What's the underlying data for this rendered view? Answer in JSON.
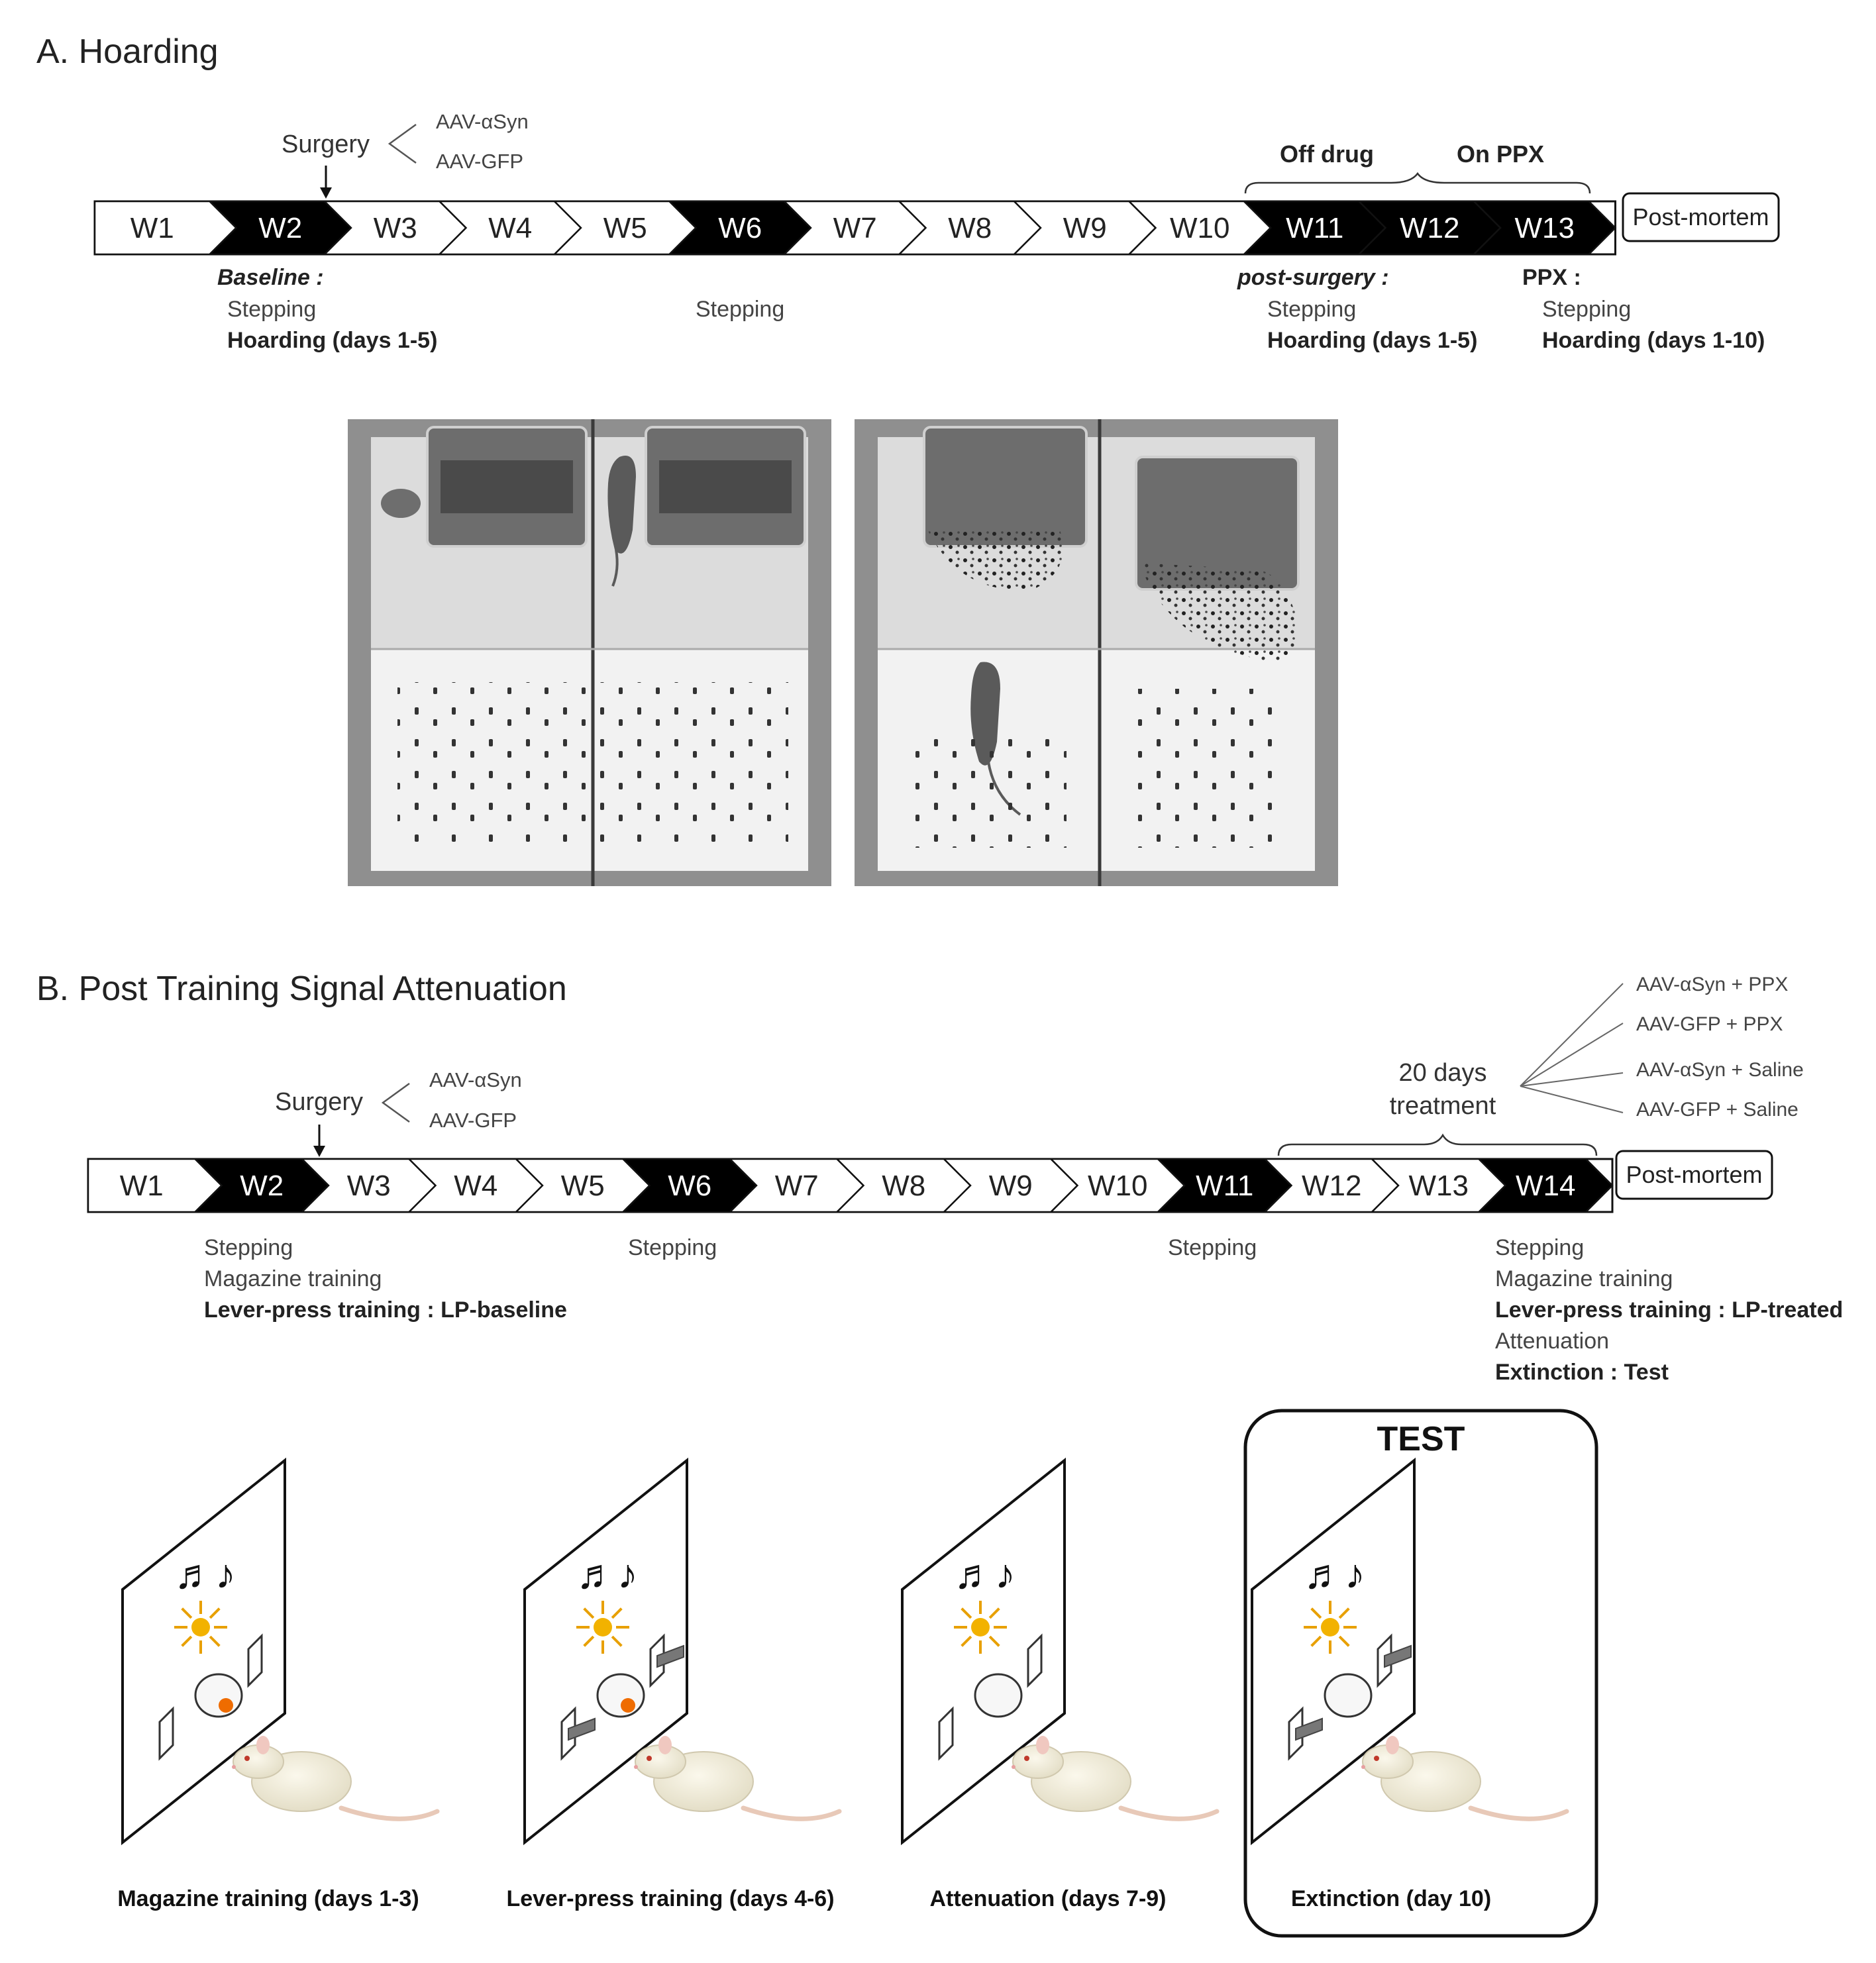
{
  "panelA": {
    "title": "A. Hoarding",
    "surgery": {
      "label": "Surgery",
      "options": [
        "AAV-αSyn",
        "AAV-GFP"
      ]
    },
    "weeks": [
      {
        "label": "W1",
        "dark": false
      },
      {
        "label": "W2",
        "dark": true
      },
      {
        "label": "W3",
        "dark": false
      },
      {
        "label": "W4",
        "dark": false
      },
      {
        "label": "W5",
        "dark": false
      },
      {
        "label": "W6",
        "dark": true
      },
      {
        "label": "W7",
        "dark": false
      },
      {
        "label": "W8",
        "dark": false
      },
      {
        "label": "W9",
        "dark": false
      },
      {
        "label": "W10",
        "dark": false
      },
      {
        "label": "W11",
        "dark": true
      },
      {
        "label": "W12",
        "dark": true
      },
      {
        "label": "W13",
        "dark": true
      }
    ],
    "post_mortem": "Post-mortem",
    "brace_labels": [
      "Off drug",
      "On PPX"
    ],
    "baseline": {
      "heading": "Baseline :",
      "line1": "Stepping",
      "line2": "Hoarding (days 1-5)"
    },
    "w6_note": "Stepping",
    "post_surgery": {
      "heading": "post-surgery :",
      "line1": "Stepping",
      "line2": "Hoarding (days 1-5)"
    },
    "ppx": {
      "heading": "PPX :",
      "line1": "Stepping",
      "line2": "Hoarding (days 1-10)"
    }
  },
  "panelB": {
    "title": "B. Post Training Signal Attenuation",
    "surgery": {
      "label": "Surgery",
      "options": [
        "AAV-αSyn",
        "AAV-GFP"
      ]
    },
    "treatment": {
      "line1": "20 days",
      "line2": "treatment"
    },
    "groups": [
      "AAV-αSyn + PPX",
      "AAV-GFP + PPX",
      "AAV-αSyn + Saline",
      "AAV-GFP + Saline"
    ],
    "weeks": [
      {
        "label": "W1",
        "dark": false
      },
      {
        "label": "W2",
        "dark": true
      },
      {
        "label": "W3",
        "dark": false
      },
      {
        "label": "W4",
        "dark": false
      },
      {
        "label": "W5",
        "dark": false
      },
      {
        "label": "W6",
        "dark": true
      },
      {
        "label": "W7",
        "dark": false
      },
      {
        "label": "W8",
        "dark": false
      },
      {
        "label": "W9",
        "dark": false
      },
      {
        "label": "W10",
        "dark": false
      },
      {
        "label": "W11",
        "dark": true
      },
      {
        "label": "W12",
        "dark": false
      },
      {
        "label": "W13",
        "dark": false
      },
      {
        "label": "W14",
        "dark": true
      }
    ],
    "post_mortem": "Post-mortem",
    "w2_notes": [
      "Stepping",
      "Magazine training",
      "Lever-press training : LP-baseline"
    ],
    "w6_note": "Stepping",
    "w11_note": "Stepping",
    "w14_notes": [
      "Stepping",
      "Magazine training",
      "Lever-press training : LP-treated",
      "Attenuation",
      "Extinction : Test"
    ],
    "test_label": "TEST",
    "stages": [
      {
        "label": "Magazine training (days 1-3)",
        "lever": false,
        "pellet": true
      },
      {
        "label": "Lever-press training (days 4-6)",
        "lever": true,
        "pellet": true
      },
      {
        "label": "Attenuation (days 7-9)",
        "lever": false,
        "pellet": false
      },
      {
        "label": "Extinction (day 10)",
        "lever": true,
        "pellet": false
      }
    ]
  }
}
